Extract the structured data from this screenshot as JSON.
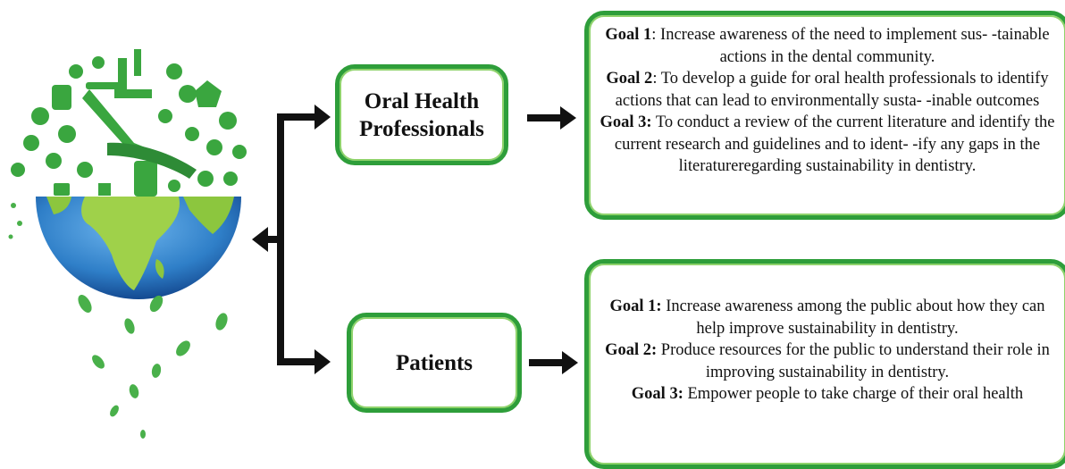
{
  "branches": [
    {
      "label_lines": [
        "Oral Health",
        "Professionals"
      ],
      "goals": [
        {
          "prefix": "Goal 1",
          "sep": ":",
          "text": " Increase awareness of the need to implement sus- -tainable actions in the dental community."
        },
        {
          "prefix": "Goal 2",
          "sep": ":",
          "text": " To develop a guide for oral health professionals to identify actions that can lead to environmentally susta- -inable outcomes"
        },
        {
          "prefix": "Goal 3:",
          "sep": "",
          "text": " To conduct a review of the current literature and identify the current research and guidelines and to ident- -ify any gaps in the literatureregarding sustainability in dentistry."
        }
      ]
    },
    {
      "label_lines": [
        "Patients"
      ],
      "goals": [
        {
          "prefix": "Goal 1:",
          "sep": "",
          "text": " Increase awareness among the public about how they can help improve sustainability in dentistry."
        },
        {
          "prefix": "Goal 2:",
          "sep": "",
          "text": " Produce resources for the public to understand their role in improving sustainability in dentistry."
        },
        {
          "prefix": "Goal 3:",
          "sep": "",
          "text": " Empower people to take charge of their oral health"
        }
      ]
    }
  ],
  "colors": {
    "green_dark": "#2e9e3a",
    "green_light": "#8fd36b",
    "ocean": "#2f7fc8",
    "land": "#9fd14a"
  }
}
